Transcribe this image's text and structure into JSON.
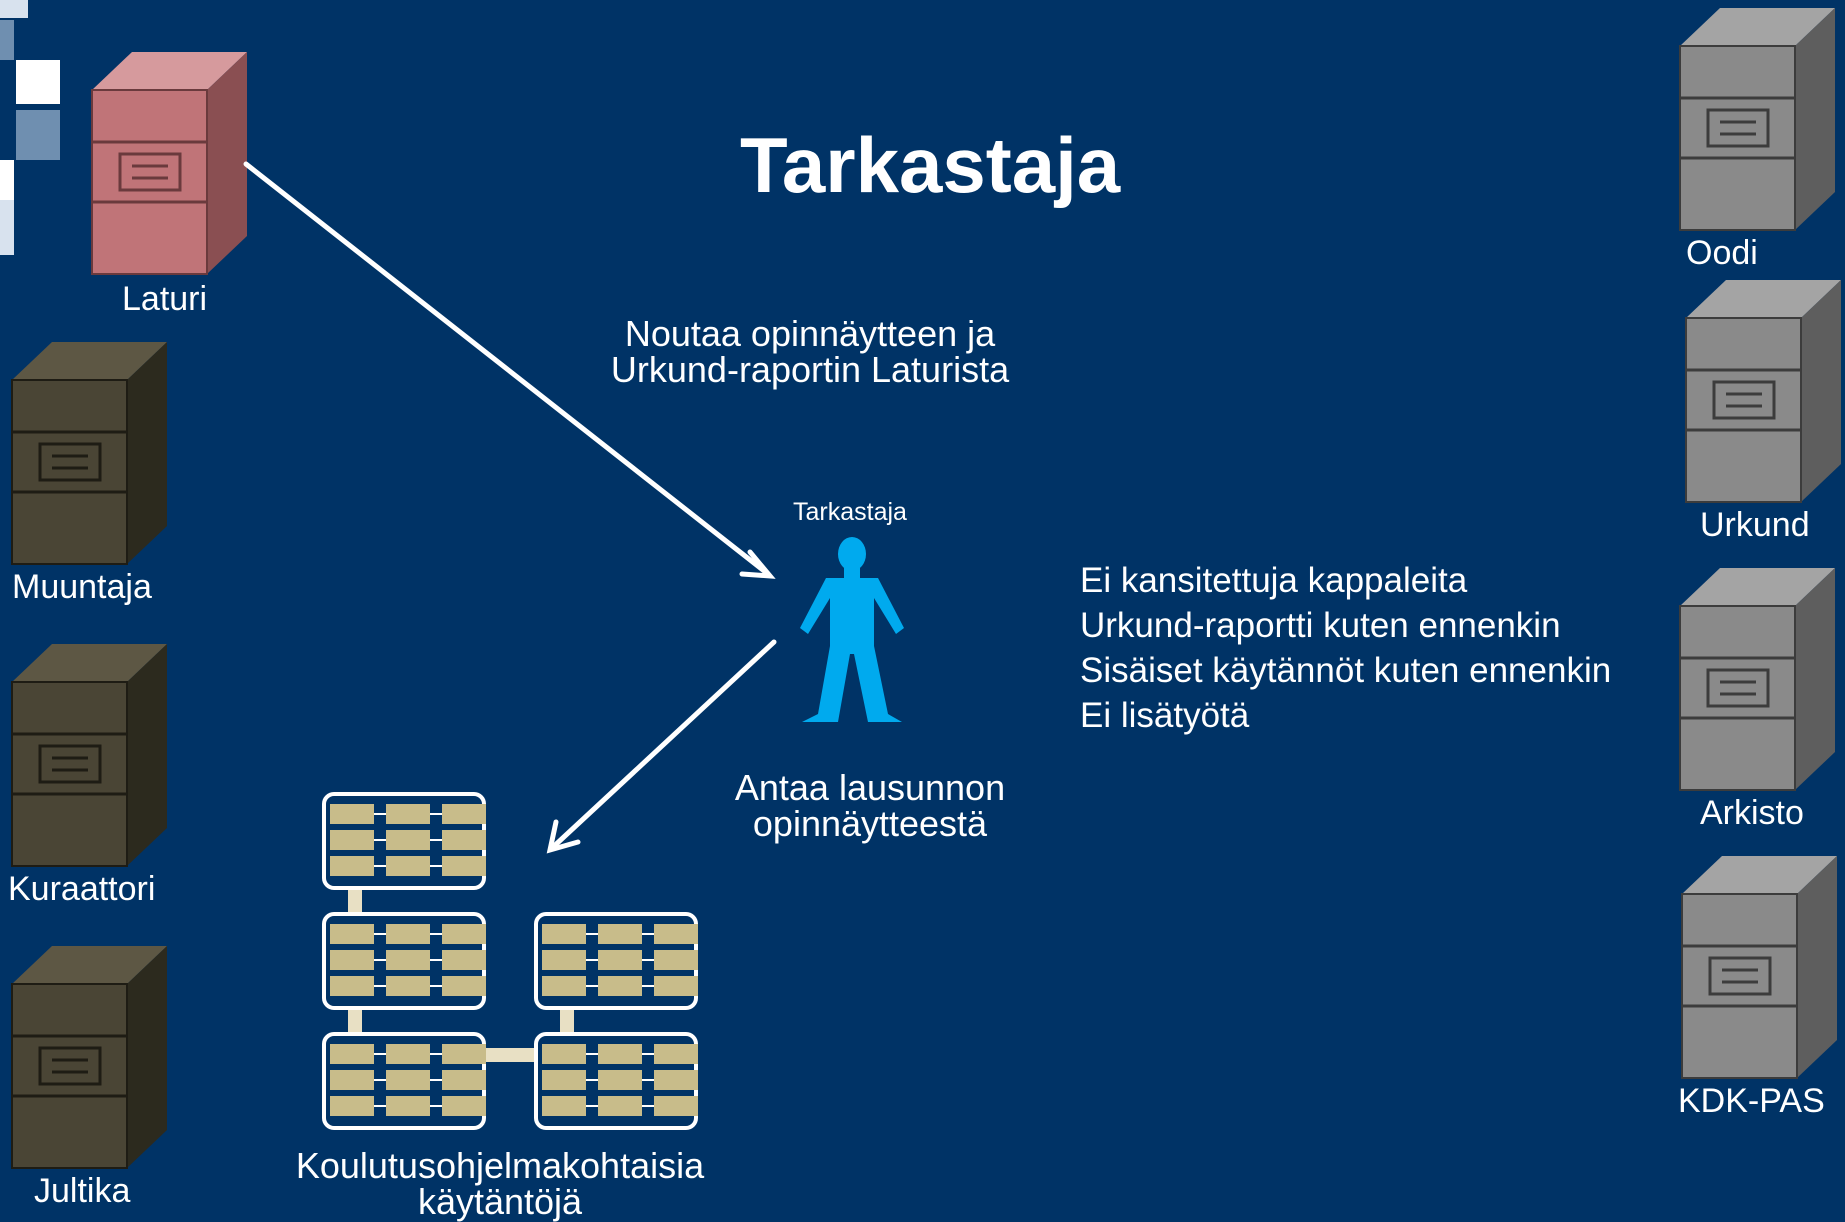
{
  "title": "Tarkastaja",
  "colors": {
    "background": "#003366",
    "laturi_server": "#c07478",
    "left_servers": "#4a4535",
    "right_servers": "#8a8a8a",
    "person": "#00aaee",
    "practice_box": "#c8bc8a"
  },
  "left_systems": [
    {
      "label": "Laturi",
      "icon": "server-icon",
      "highlighted": true
    },
    {
      "label": "Muuntaja",
      "icon": "server-icon",
      "highlighted": false
    },
    {
      "label": "Kuraattori",
      "icon": "server-icon",
      "highlighted": false
    },
    {
      "label": "Jultika",
      "icon": "server-icon",
      "highlighted": false
    }
  ],
  "right_systems": [
    {
      "label": "Oodi",
      "icon": "server-icon"
    },
    {
      "label": "Urkund",
      "icon": "server-icon"
    },
    {
      "label": "Arkisto",
      "icon": "server-icon"
    },
    {
      "label": "KDK-PAS",
      "icon": "server-icon"
    }
  ],
  "fetch_caption": {
    "line1": "Noutaa opinnäytteen ja",
    "line2": "Urkund-raportin Laturista"
  },
  "actor": {
    "label": "Tarkastaja",
    "icon": "person-icon"
  },
  "statement_caption": {
    "line1": "Antaa lausunnon",
    "line2": "opinnäytteestä"
  },
  "practices": {
    "icon": "network-icon",
    "line1": "Koulutusohjelmakohtaisia",
    "line2": "käytäntöjä"
  },
  "notes": [
    "Ei kansitettuja kappaleita",
    "Urkund-raportti kuten ennenkin",
    "Sisäiset käytännöt kuten ennenkin",
    "Ei lisätyötä"
  ]
}
